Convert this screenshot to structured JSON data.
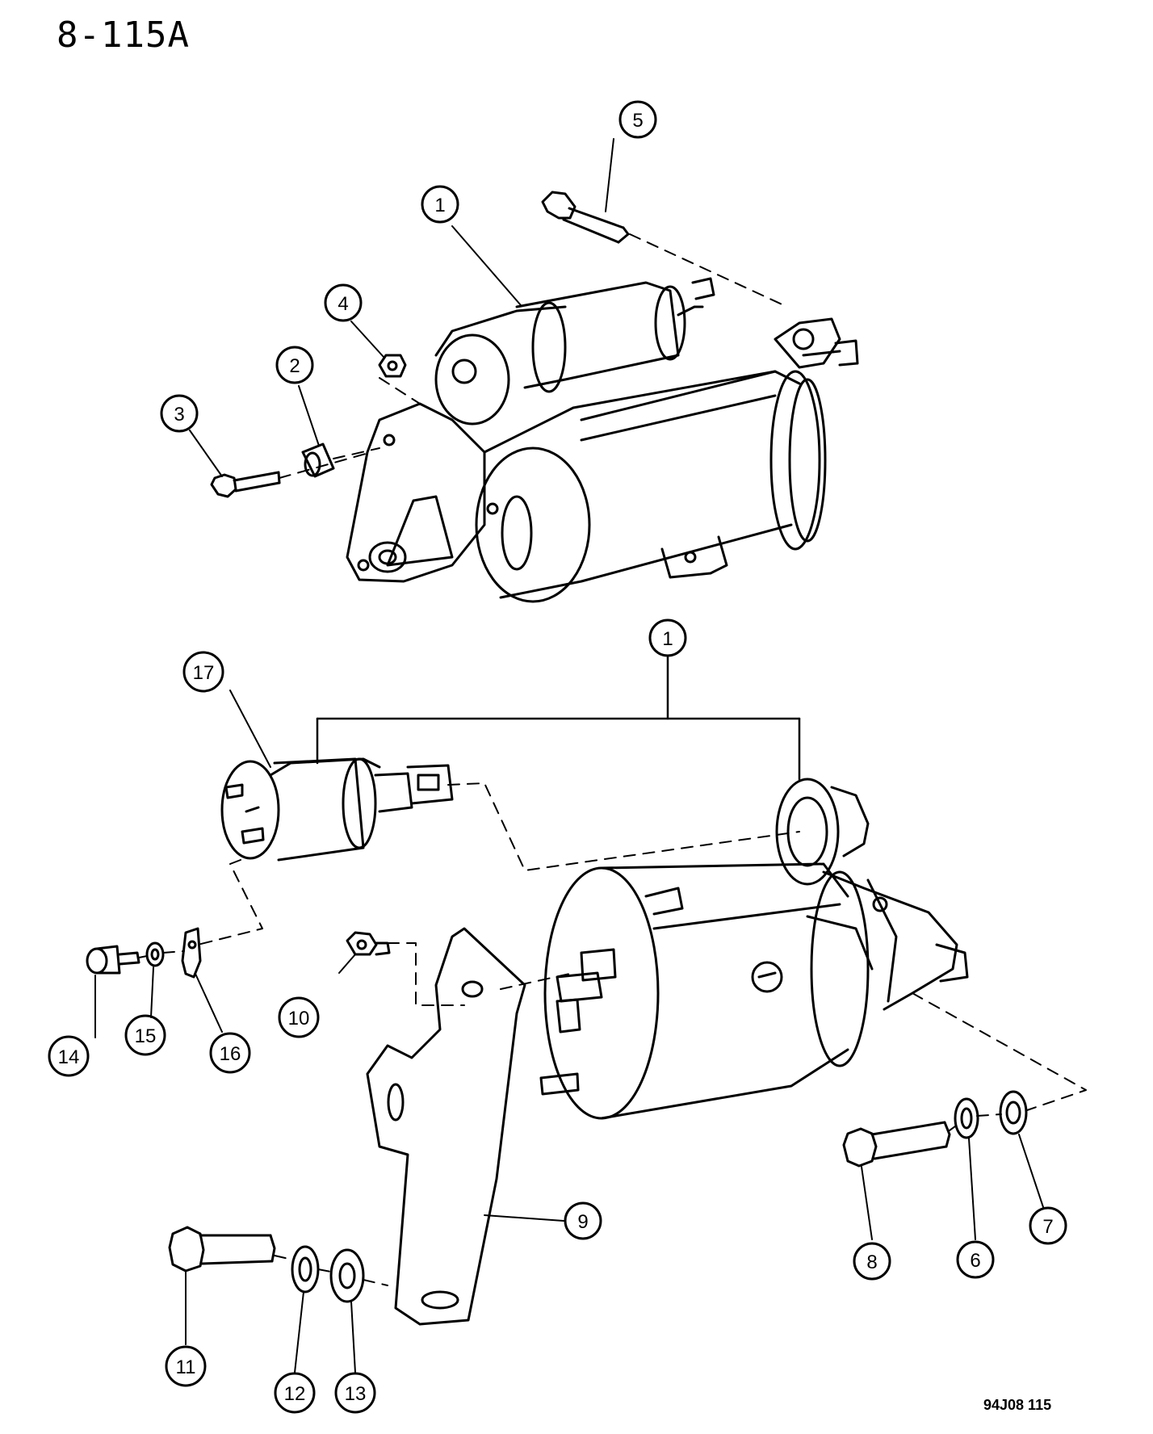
{
  "header": {
    "title": "8-115A"
  },
  "footer": {
    "reference": "94J08 115"
  },
  "callouts": {
    "c1_top": "1",
    "c1_bottom": "1",
    "c2": "2",
    "c3": "3",
    "c4": "4",
    "c5": "5",
    "c6": "6",
    "c7": "7",
    "c8": "8",
    "c9": "9",
    "c10": "10",
    "c11": "11",
    "c12": "12",
    "c13": "13",
    "c14": "14",
    "c15": "15",
    "c16": "16",
    "c17": "17"
  }
}
